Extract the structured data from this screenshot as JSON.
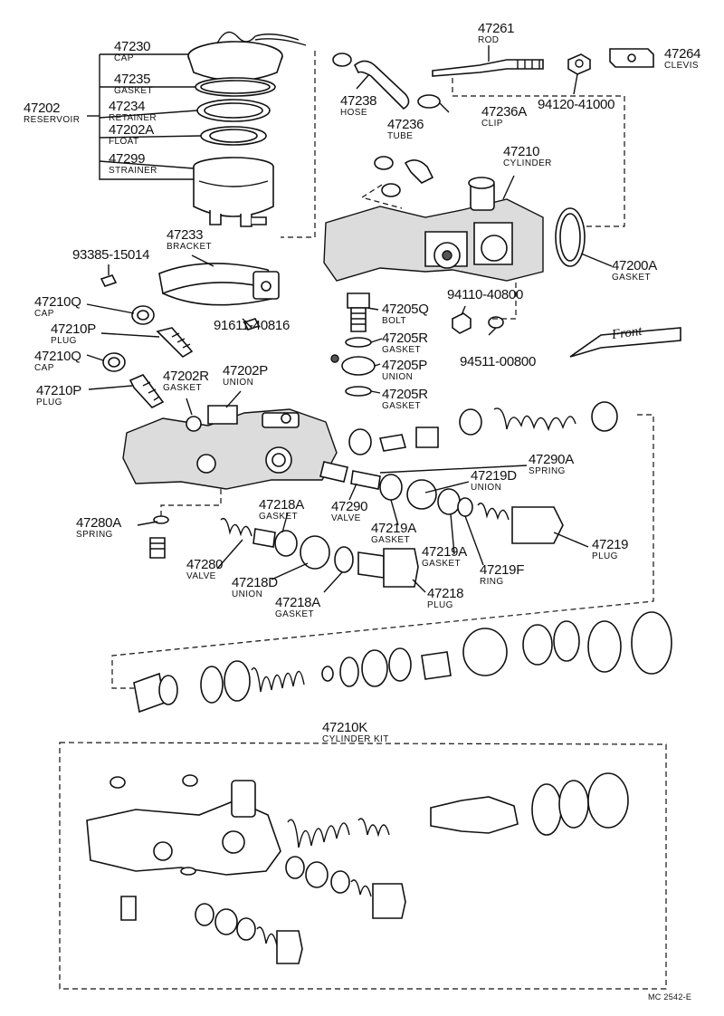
{
  "callouts": {
    "c47230": {
      "num": "47230",
      "label": "CAP"
    },
    "c47235": {
      "num": "47235",
      "label": "GASKET"
    },
    "c47202": {
      "num": "47202",
      "label": "RESERVOIR"
    },
    "c47234": {
      "num": "47234",
      "label": "RETAINER"
    },
    "c47202A": {
      "num": "47202A",
      "label": "FLOAT"
    },
    "c47299": {
      "num": "47299",
      "label": "STRAINER"
    },
    "c47261": {
      "num": "47261",
      "label": "ROD"
    },
    "c47264": {
      "num": "47264",
      "label": "CLEVIS"
    },
    "c47238": {
      "num": "47238",
      "label": "HOSE"
    },
    "c47236A": {
      "num": "47236A",
      "label": "CLIP"
    },
    "c94120": {
      "num": "94120-41000",
      "label": ""
    },
    "c47236": {
      "num": "47236",
      "label": "TUBE"
    },
    "c47210": {
      "num": "47210",
      "label": "CYLINDER"
    },
    "c47233": {
      "num": "47233",
      "label": "BRACKET"
    },
    "c93385": {
      "num": "93385-15014",
      "label": ""
    },
    "c47200A": {
      "num": "47200A",
      "label": "GASKET"
    },
    "c47210Q1": {
      "num": "47210Q",
      "label": "CAP"
    },
    "c94110": {
      "num": "94110-40800",
      "label": ""
    },
    "c47205Q": {
      "num": "47205Q",
      "label": "BOLT"
    },
    "c47210P1": {
      "num": "47210P",
      "label": "PLUG"
    },
    "c91611": {
      "num": "91611-40816",
      "label": ""
    },
    "c47205R1": {
      "num": "47205R",
      "label": "GASKET"
    },
    "c94511": {
      "num": "94511-00800",
      "label": ""
    },
    "c47210Q2": {
      "num": "47210Q",
      "label": "CAP"
    },
    "c47205P": {
      "num": "47205P",
      "label": "UNION"
    },
    "c47202R": {
      "num": "47202R",
      "label": "GASKET"
    },
    "c47202P": {
      "num": "47202P",
      "label": "UNION"
    },
    "c47210P2": {
      "num": "47210P",
      "label": "PLUG"
    },
    "c47205R2": {
      "num": "47205R",
      "label": "GASKET"
    },
    "c47290A": {
      "num": "47290A",
      "label": "SPRING"
    },
    "c47219D": {
      "num": "47219D",
      "label": "UNION"
    },
    "c47218A1": {
      "num": "47218A",
      "label": "GASKET"
    },
    "c47290": {
      "num": "47290",
      "label": "VALVE"
    },
    "c47280A": {
      "num": "47280A",
      "label": "SPRING"
    },
    "c47219A1": {
      "num": "47219A",
      "label": "GASKET"
    },
    "c47219": {
      "num": "47219",
      "label": "PLUG"
    },
    "c47280": {
      "num": "47280",
      "label": "VALVE"
    },
    "c47218D": {
      "num": "47218D",
      "label": "UNION"
    },
    "c47219A2": {
      "num": "47219A",
      "label": "GASKET"
    },
    "c47219F": {
      "num": "47219F",
      "label": "RING"
    },
    "c47218A2": {
      "num": "47218A",
      "label": "GASKET"
    },
    "c47218": {
      "num": "47218",
      "label": "PLUG"
    },
    "c47210K": {
      "num": "47210K",
      "label": "CYLINDER KIT"
    }
  },
  "front_label": "Front",
  "footer_code": "MC 2542-E"
}
